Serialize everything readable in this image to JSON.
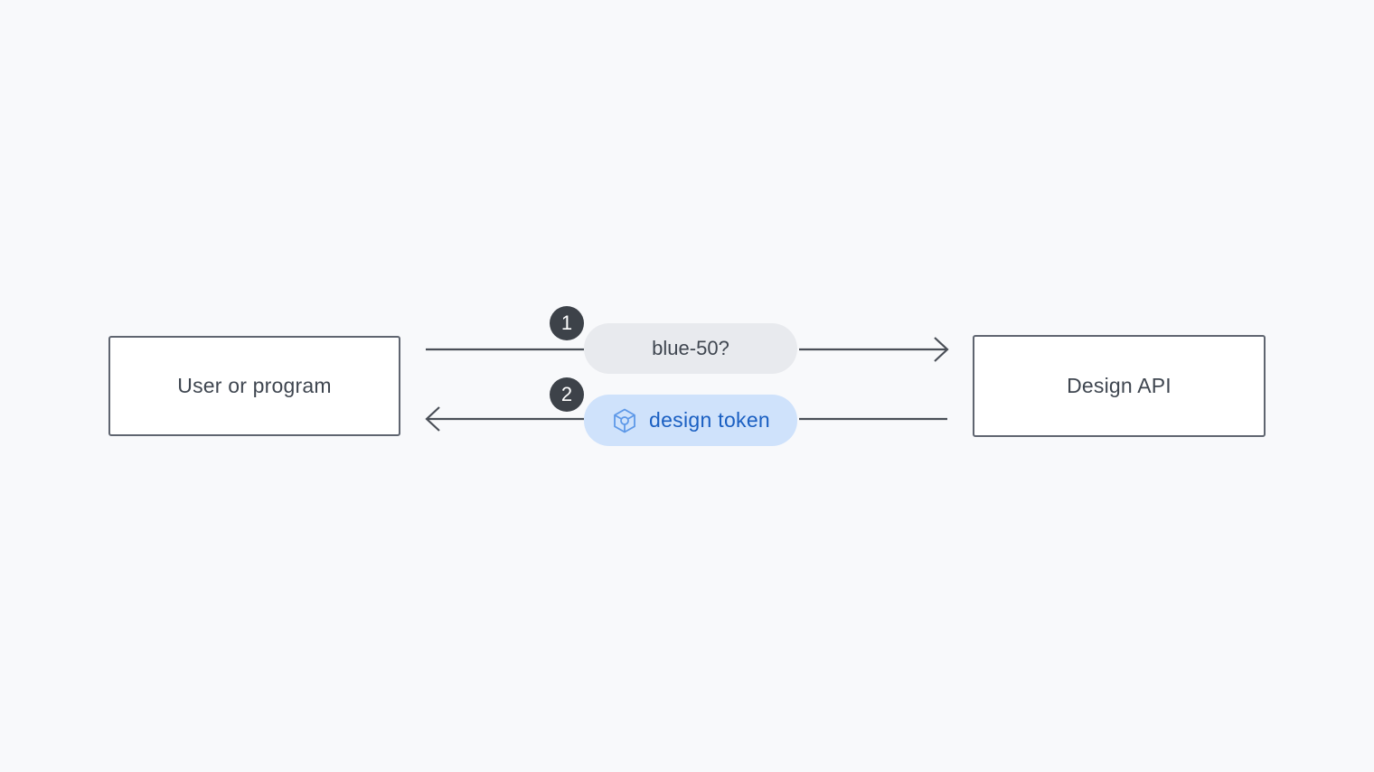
{
  "nodes": {
    "left": {
      "label": "User or program"
    },
    "right": {
      "label": "Design API"
    }
  },
  "steps": [
    {
      "number": "1",
      "label": "blue-50?",
      "direction": "left-to-right"
    },
    {
      "number": "2",
      "label": "design token",
      "direction": "right-to-left",
      "icon": "cube-token-icon"
    }
  ],
  "colors": {
    "background": "#f8f9fb",
    "box_border": "#5f6570",
    "line": "#4a4f57",
    "request_pill": "#e8eaee",
    "response_pill": "#cfe2fb",
    "response_text": "#1a5fc2",
    "response_icon": "#5d98e8",
    "badge": "#3d4249"
  }
}
